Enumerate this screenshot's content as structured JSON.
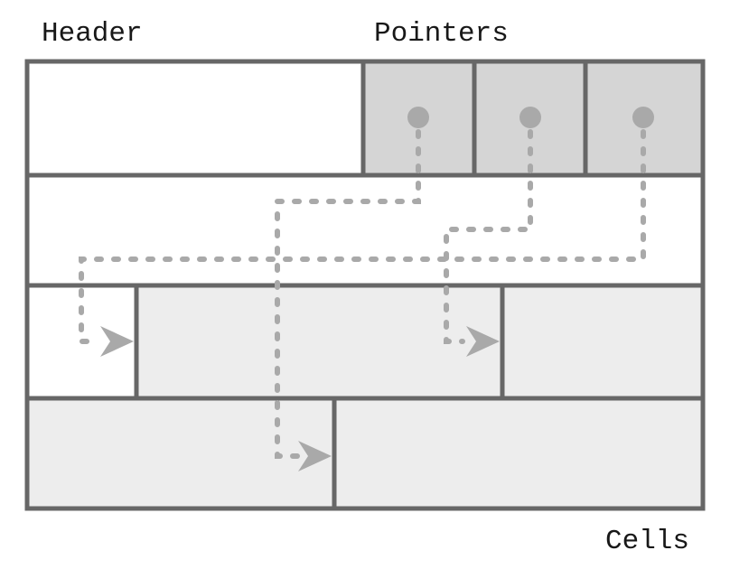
{
  "labels": {
    "header": "Header",
    "pointers": "Pointers",
    "cells": "Cells"
  },
  "colors": {
    "background": "#ffffff",
    "border": "#676767",
    "pointer_slot_fill": "#d5d5d5",
    "shaded_cell_fill": "#ededed",
    "empty_cell_fill": "#ffffff",
    "connector": "#a9a9a9",
    "label_text": "#181818"
  },
  "header_row": {
    "empty_header_slot": true,
    "pointer_slot_count": 3
  },
  "pointers": [
    {
      "name": "pointer-1",
      "target": "bottom-row-cell-2"
    },
    {
      "name": "pointer-2",
      "target": "middle-row-cell-3"
    },
    {
      "name": "pointer-3",
      "target": "middle-row-cell-2"
    }
  ],
  "cell_rows": [
    {
      "name": "middle-row",
      "cells": [
        {
          "name": "middle-row-cell-1",
          "shaded": false
        },
        {
          "name": "middle-row-cell-2",
          "shaded": true
        },
        {
          "name": "middle-row-cell-3",
          "shaded": true
        }
      ]
    },
    {
      "name": "bottom-row",
      "cells": [
        {
          "name": "bottom-row-cell-1",
          "shaded": true
        },
        {
          "name": "bottom-row-cell-2",
          "shaded": true
        }
      ]
    }
  ]
}
